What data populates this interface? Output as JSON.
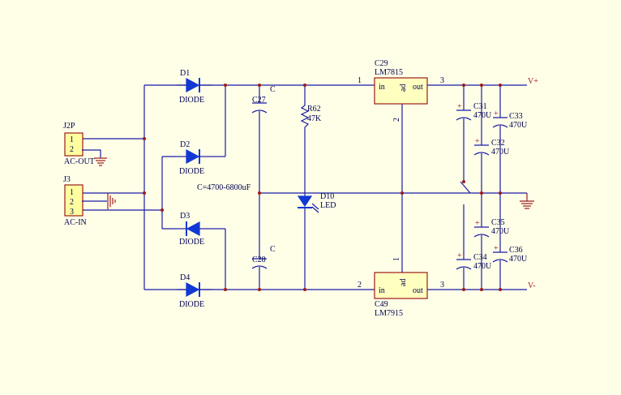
{
  "connectors": {
    "j2p": {
      "ref": "J2P",
      "value": "AC-OUT",
      "pins": [
        "1",
        "2"
      ]
    },
    "j3": {
      "ref": "J3",
      "value": "AC-IN",
      "pins": [
        "1",
        "2",
        "3"
      ]
    }
  },
  "diodes": [
    {
      "ref": "D1",
      "value": "DIODE"
    },
    {
      "ref": "D2",
      "value": "DIODE"
    },
    {
      "ref": "D3",
      "value": "DIODE"
    },
    {
      "ref": "D4",
      "value": "DIODE"
    }
  ],
  "capacitors": {
    "c27": {
      "ref": "C27",
      "value": "C"
    },
    "c28": {
      "ref": "C28",
      "value": "C"
    },
    "c31": {
      "ref": "C31",
      "value": "470U"
    },
    "c32": {
      "ref": "C32",
      "value": "470U"
    },
    "c33": {
      "ref": "C33",
      "value": "470U"
    },
    "c34": {
      "ref": "C34",
      "value": "470U"
    },
    "c35": {
      "ref": "C35",
      "value": "470U"
    },
    "c36": {
      "ref": "C36",
      "value": "470U"
    },
    "note": "C=4700-6800uF",
    "polarity": "+"
  },
  "resistor": {
    "ref": "R62",
    "value": "47K"
  },
  "led": {
    "ref": "D10",
    "value": "LED"
  },
  "regulators": {
    "top": {
      "ref": "C29",
      "value": "LM7815",
      "pin_in": "in",
      "pin_out": "out",
      "pin_adj": "ad",
      "num_in": "1",
      "num_out": "3",
      "num_adj": "2"
    },
    "bottom": {
      "ref": "C49",
      "value": "LM7915",
      "pin_in": "in",
      "pin_out": "out",
      "pin_adj": "ad",
      "num_in": "2",
      "num_out": "3",
      "num_adj": "1"
    }
  },
  "rails": {
    "positive": "V+",
    "negative": "V-"
  },
  "colors": {
    "background": "#ffffe8",
    "wire": "#1a1aa6",
    "diode": "#1238d4",
    "component_outline": "#9c1a1a",
    "ic_fill": "#ffffc0"
  }
}
